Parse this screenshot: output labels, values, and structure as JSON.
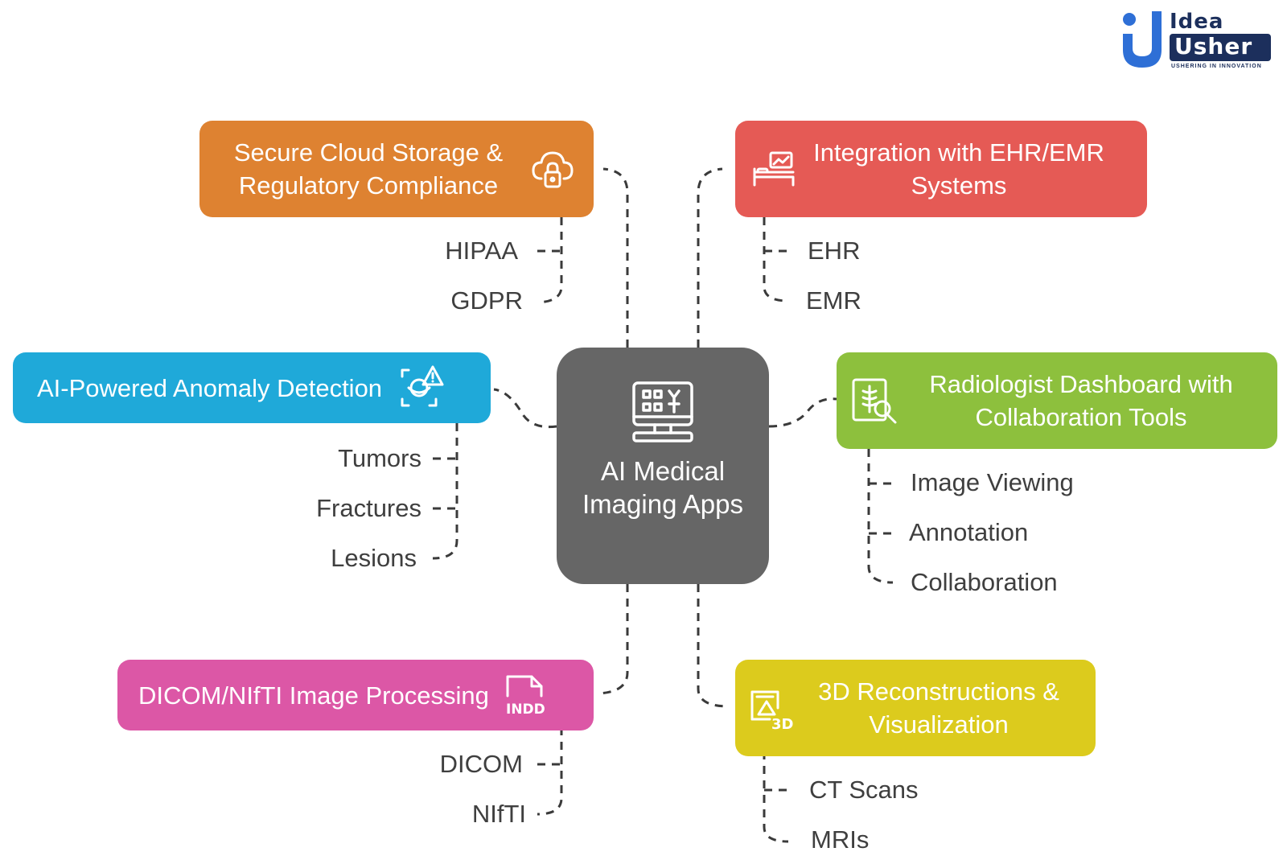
{
  "logo": {
    "word1": "Idea",
    "word2": "Usher",
    "tagline": "USHERING IN INNOVATION"
  },
  "center": {
    "label": "AI Medical Imaging Apps",
    "icon": "medical-monitor-icon",
    "color": "#666666"
  },
  "branches": {
    "cloud": {
      "label": "Secure Cloud Storage & Regulatory Compliance",
      "icon": "cloud-lock-icon",
      "color": "#de8231",
      "leaves": [
        "HIPAA",
        "GDPR"
      ]
    },
    "ehr": {
      "label": "Integration with EHR/EMR Systems",
      "icon": "hospital-bed-icon",
      "color": "#e55a55",
      "leaves": [
        "EHR",
        "EMR"
      ]
    },
    "ai": {
      "label": "AI-Powered Anomaly Detection",
      "icon": "scan-alert-icon",
      "color": "#1fa9d9",
      "leaves": [
        "Tumors",
        "Fractures",
        "Lesions"
      ]
    },
    "radiology": {
      "label": "Radiologist Dashboard with Collaboration Tools",
      "icon": "xray-document-icon",
      "color": "#8dc03d",
      "leaves": [
        "Image Viewing",
        "Annotation",
        "Collaboration"
      ]
    },
    "dicom": {
      "label": "DICOM/NIfTI Image Processing",
      "icon": "indd-file-icon",
      "color": "#dc57a6",
      "leaves": [
        "DICOM",
        "NIfTI"
      ]
    },
    "recon": {
      "label": "3D Reconstructions & Visualization",
      "icon": "3d-model-icon",
      "color": "#dccb1d",
      "leaves": [
        "CT Scans",
        "MRIs"
      ]
    }
  },
  "connector_color": "#3a3a3a"
}
